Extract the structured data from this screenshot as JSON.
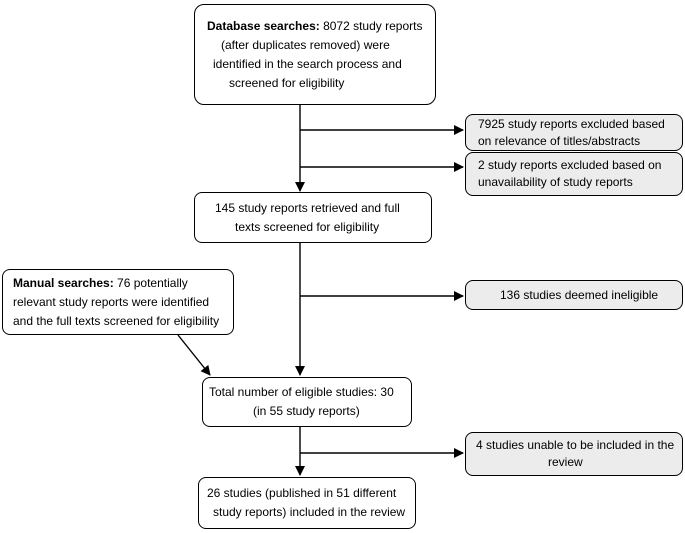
{
  "flowchart": {
    "database_search": {
      "lead": "Database searches:",
      "line1_rest": " 8072 study reports",
      "line2": "(after duplicates removed) were",
      "line3": "identified in the search process and",
      "line4": "screened for eligibility"
    },
    "excluded_titles": {
      "line1": "7925 study reports excluded based",
      "line2": "on relevance of titles/abstracts"
    },
    "excluded_unavailable": {
      "line1": "2 study reports excluded based on",
      "line2": "unavailability of study reports"
    },
    "full_text_screen": {
      "line1": "145 study reports retrieved and full",
      "line2": "texts screened for eligibility"
    },
    "manual_search": {
      "lead": "Manual searches:",
      "line1_rest": " 76 potentially",
      "line2": "relevant study reports were identified",
      "line3": "and the full texts screened for eligibility"
    },
    "ineligible": {
      "line1": "136 studies deemed ineligible"
    },
    "eligible": {
      "line1": "Total number of eligible studies: 30",
      "line2": "(in 55 study reports)"
    },
    "not_included": {
      "line1": "4 studies unable to be included in the",
      "line2": "review"
    },
    "included": {
      "line1": "26 studies (published in 51 different",
      "line2": "study reports) included in the review"
    }
  }
}
